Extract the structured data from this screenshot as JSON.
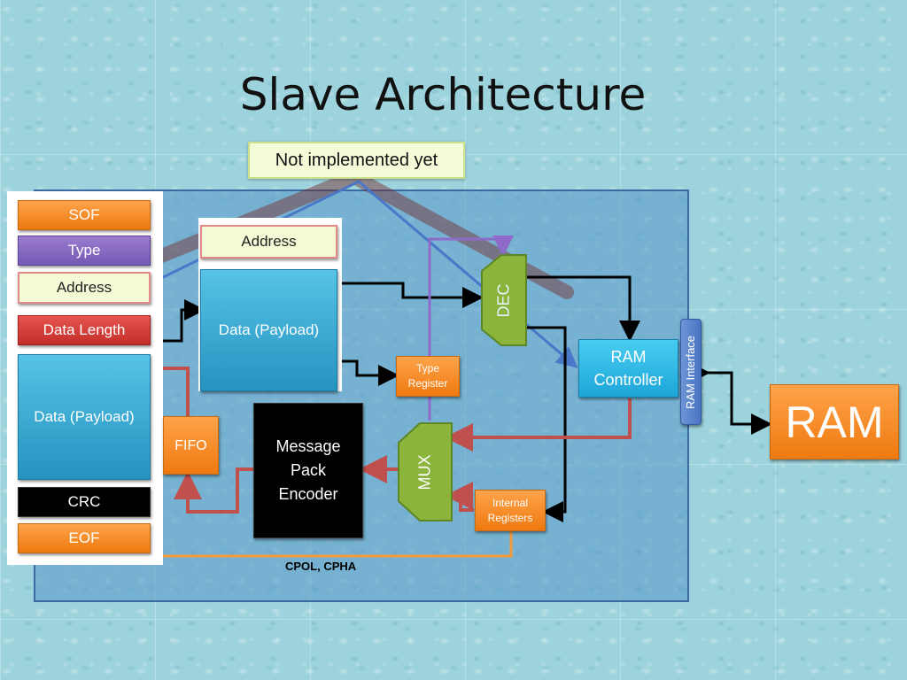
{
  "slide": {
    "title": "Slave Architecture",
    "note": "Not implemented yet",
    "frame_fields": {
      "sof": "SOF",
      "type": "Type",
      "address": "Address",
      "data_length": "Data Length",
      "data_payload": "Data (Payload)",
      "crc": "CRC",
      "eof": "EOF"
    },
    "inner_frame": {
      "address": "Address",
      "data_payload": "Data (Payload)"
    },
    "blocks": {
      "fifo": "FIFO",
      "encoder_line1": "Message",
      "encoder_line2": "Pack",
      "encoder_line3": "Encoder",
      "mux": "MUX",
      "dec": "DEC",
      "type_register_line1": "Type",
      "type_register_line2": "Register",
      "internal_registers_line1": "Internal",
      "internal_registers_line2": "Registers",
      "ram_controller_line1": "RAM",
      "ram_controller_line2": "Controller",
      "ram_interface": "RAM Interface",
      "ram": "RAM",
      "cpol_cpha": "CPOL, CPHA"
    }
  }
}
